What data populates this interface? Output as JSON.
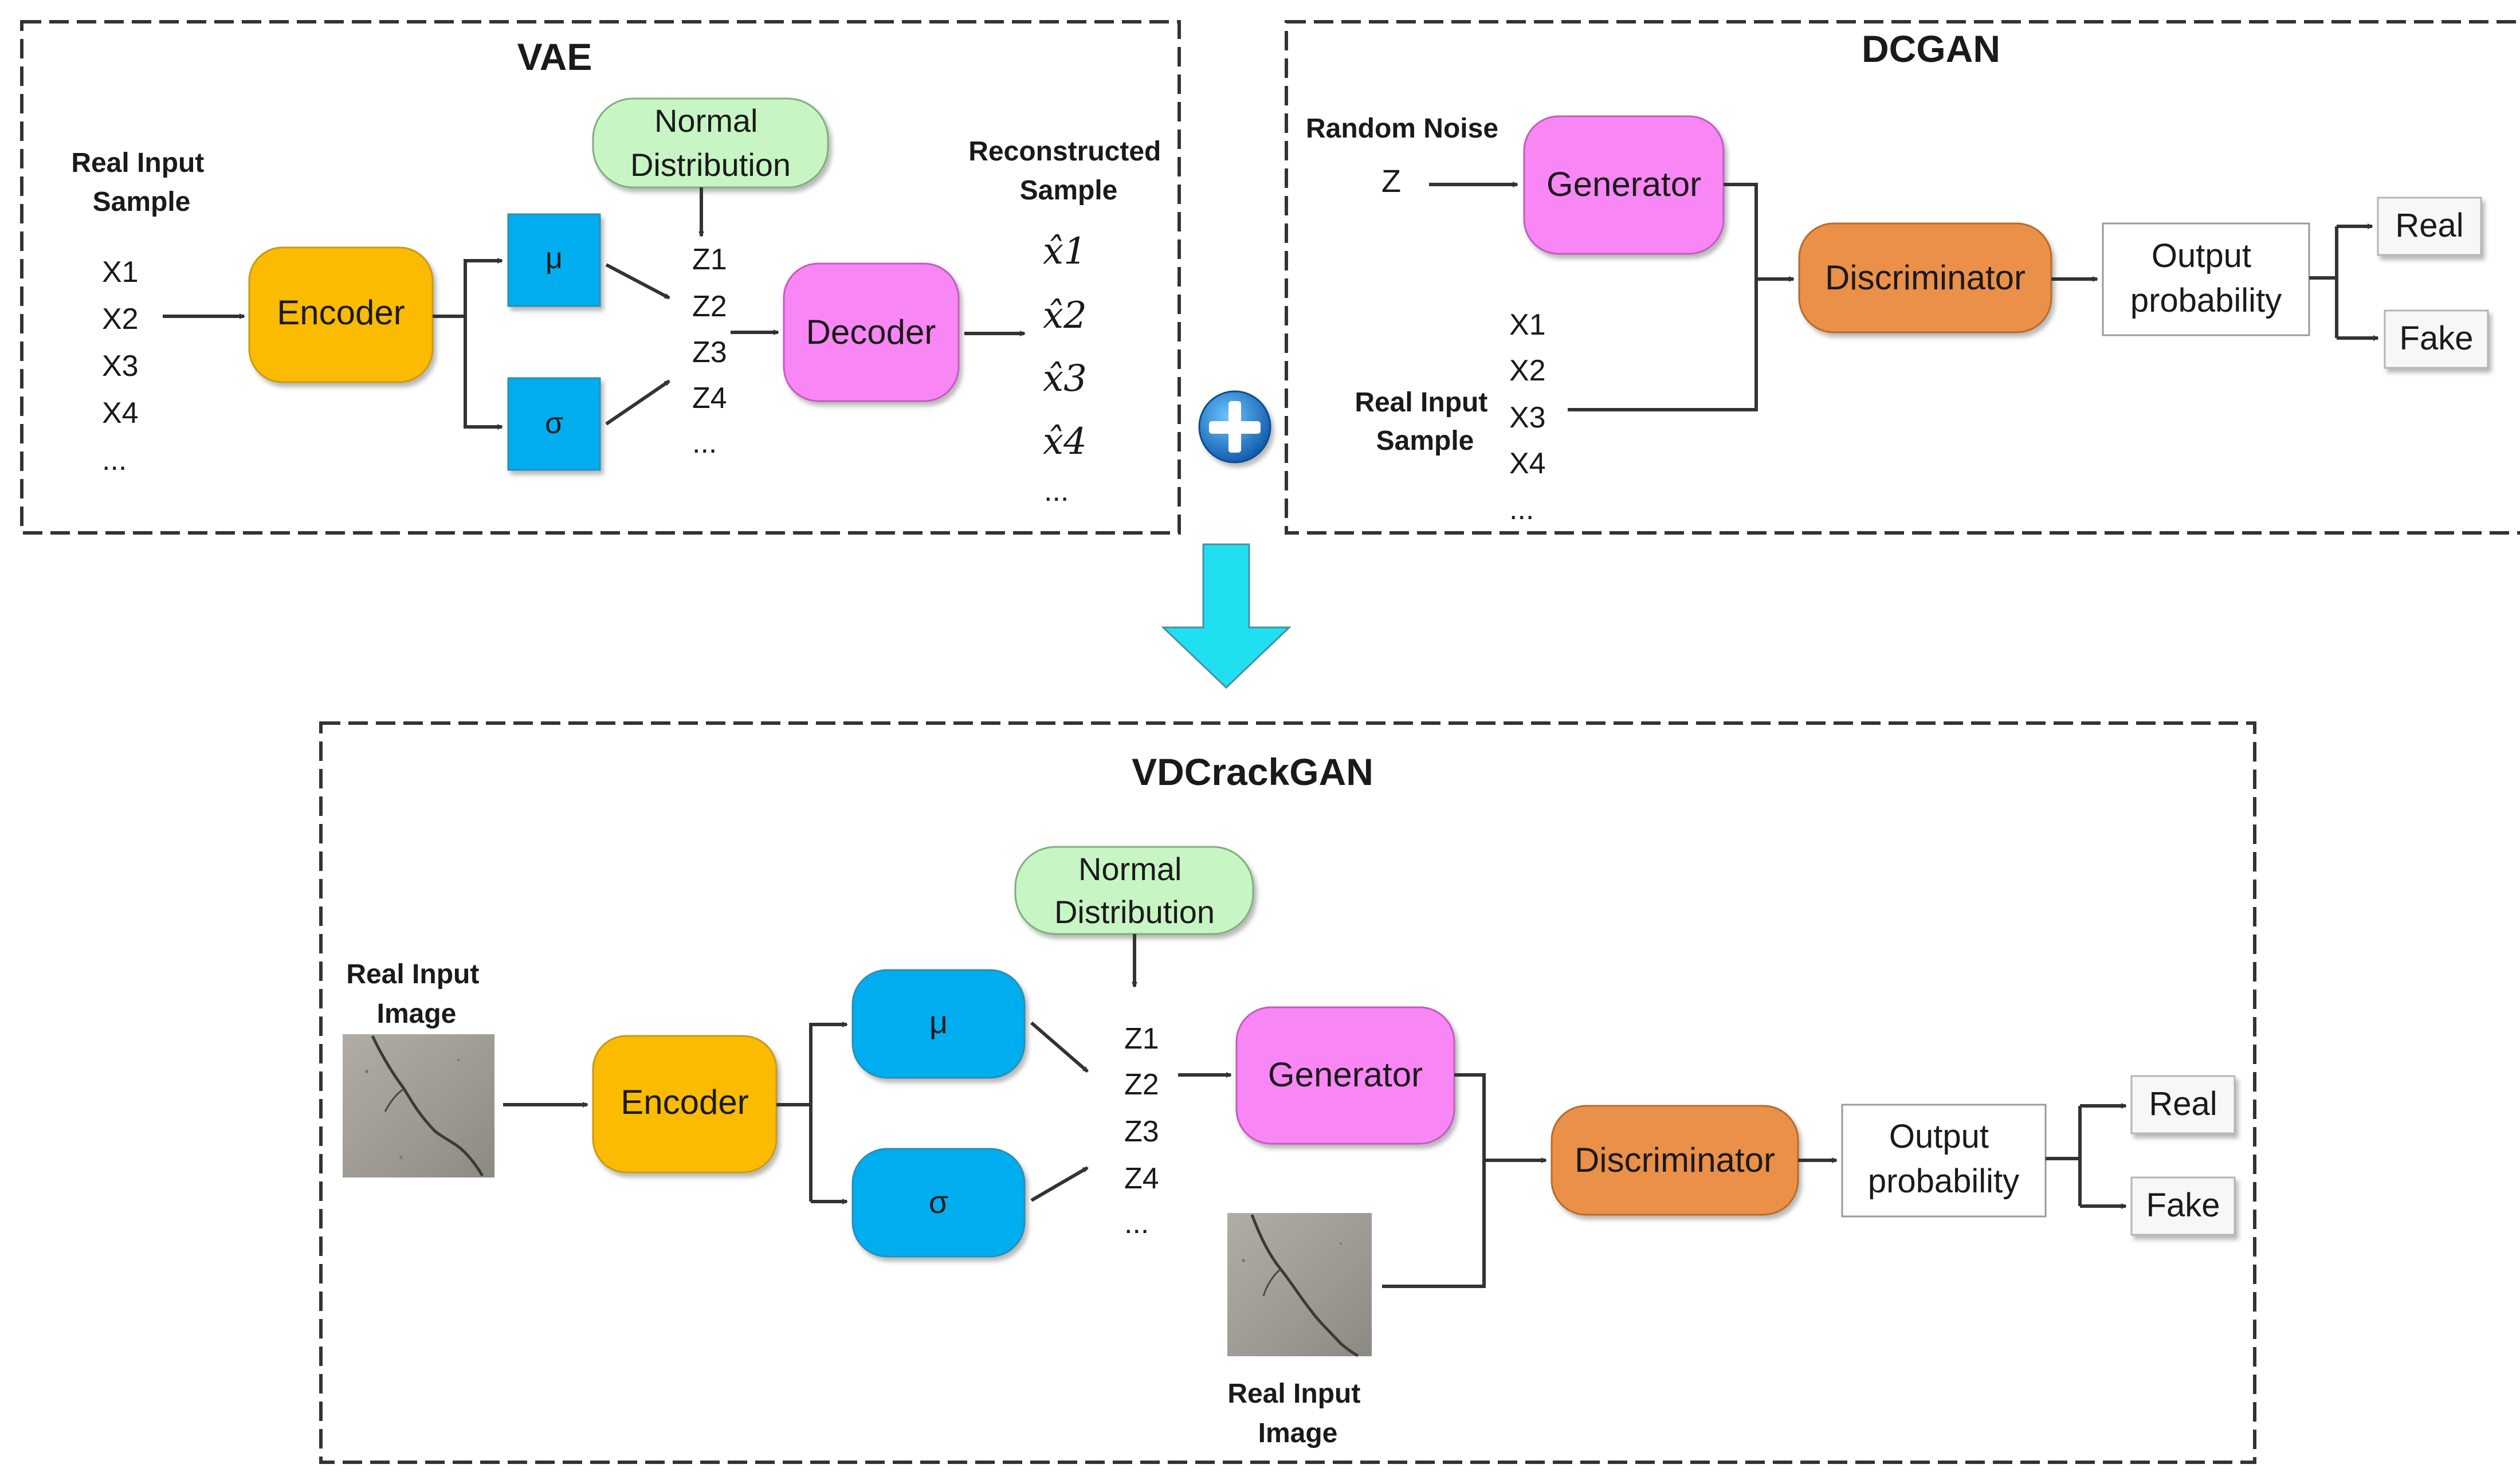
{
  "colors": {
    "encoder": "#fbbb02",
    "latent": "#00aeef",
    "decoder": "#f986f5",
    "discriminator": "#ea9049",
    "normal": "#c8f5c4",
    "plus": "#1c7fd0",
    "big_arrow": "#1fdff0",
    "crack_image": "#a29e97"
  },
  "vae": {
    "title": "VAE",
    "input_label": [
      "Real Input",
      "Sample"
    ],
    "inputs": [
      "X1",
      "X2",
      "X3",
      "X4",
      "..."
    ],
    "encoder": "Encoder",
    "mu": "μ",
    "sigma": "σ",
    "normal": [
      "Normal",
      "Distribution"
    ],
    "latent": [
      "Z1",
      "Z2",
      "Z3",
      "Z4",
      "..."
    ],
    "decoder": "Decoder",
    "output_label": [
      "Reconstructed",
      "Sample"
    ],
    "outputs": [
      "x̂1",
      "x̂2",
      "x̂3",
      "x̂4",
      "..."
    ]
  },
  "plus_icon": "plus-icon",
  "dcgan": {
    "title": "DCGAN",
    "noise_label": "Random Noise",
    "noise_var": "Z",
    "generator": "Generator",
    "discriminator": "Discriminator",
    "output": [
      "Output",
      "probability"
    ],
    "real": "Real",
    "fake": "Fake",
    "input_label": [
      "Real Input",
      "Sample"
    ],
    "inputs": [
      "X1",
      "X2",
      "X3",
      "X4",
      "..."
    ]
  },
  "vdc": {
    "title": "VDCrackGAN",
    "input_label": [
      "Real Input",
      "Image"
    ],
    "encoder": "Encoder",
    "mu": "μ",
    "sigma": "σ",
    "normal": [
      "Normal",
      "Distribution"
    ],
    "latent": [
      "Z1",
      "Z2",
      "Z3",
      "Z4",
      "..."
    ],
    "generator": "Generator",
    "discriminator": "Discriminator",
    "output": [
      "Output",
      "probability"
    ],
    "real": "Real",
    "fake": "Fake",
    "image_label": [
      "Real Input",
      "Image"
    ]
  }
}
